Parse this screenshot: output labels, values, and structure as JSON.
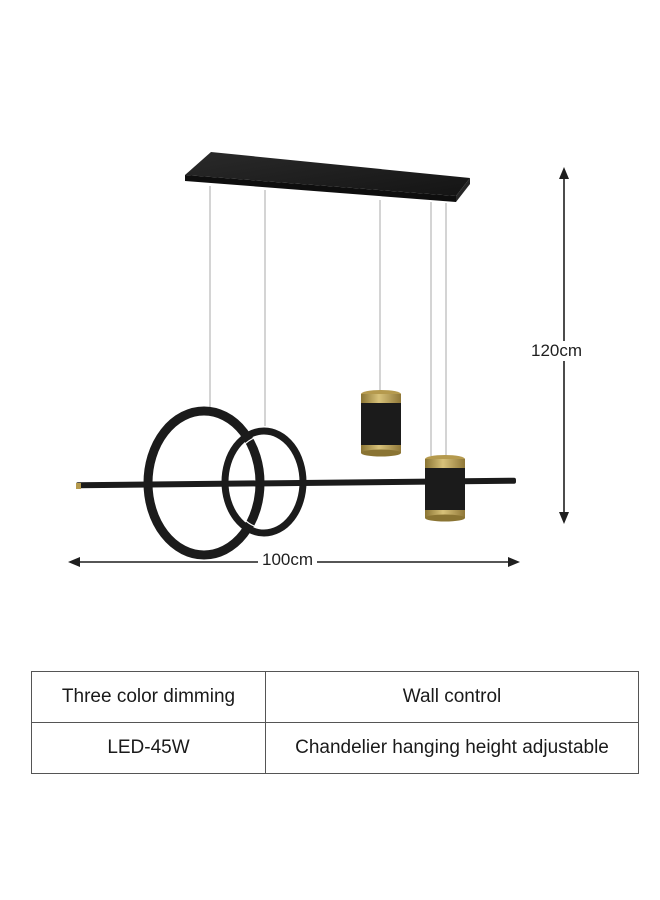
{
  "dimensions": {
    "width_label": "100cm",
    "height_label": "120cm"
  },
  "product": {
    "name": "chandelier",
    "colors": {
      "body": "#1b1b1b",
      "accent_gold": "#b59a4e",
      "inner_ring_white": "#ffffff"
    }
  },
  "spec_table": {
    "rows": [
      {
        "left": "Three color dimming",
        "right": "Wall control"
      },
      {
        "left": "LED-45W",
        "right": "Chandelier hanging height adjustable"
      }
    ]
  }
}
